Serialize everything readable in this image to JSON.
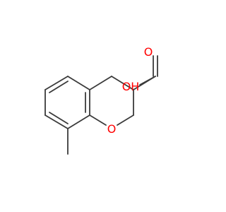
{
  "molecule": {
    "atoms": {
      "ring_oxygen": {
        "symbol": "O",
        "color": "#ff0000"
      },
      "carbonyl_oxygen": {
        "symbol": "O",
        "color": "#ff0000"
      },
      "hydroxyl": {
        "symbol": "OH",
        "color": "#ff0000"
      }
    },
    "bond_color": "#3a3a3a"
  }
}
